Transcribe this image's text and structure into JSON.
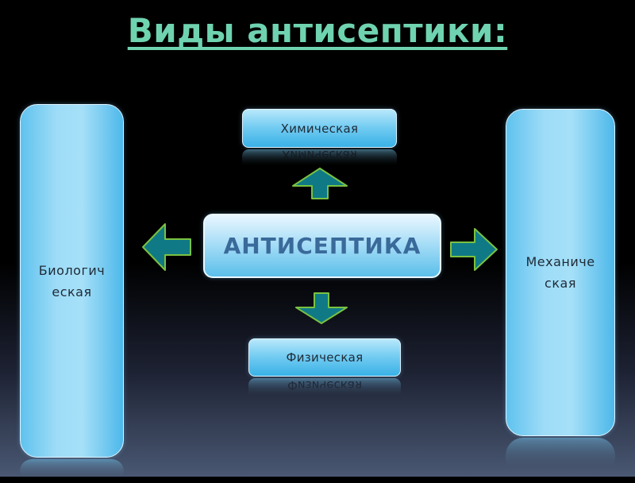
{
  "title": "Виды антисептики:",
  "diagram": {
    "center": "АНТИСЕПТИКА",
    "top": "Химическая",
    "bottom": "Физическая",
    "left_line1": "Биологич",
    "left_line2": "еская",
    "right_line1": "Механиче",
    "right_line2": "ская"
  },
  "colors": {
    "title": "#6fd3b0",
    "arrow_fill": "#0f7a86",
    "arrow_stroke": "#7ac142",
    "box_light": "#b8e8fb",
    "box_dark": "#39b1e6"
  },
  "icons": {
    "up": "arrow-up-icon",
    "down": "arrow-down-icon",
    "left": "arrow-left-icon",
    "right": "arrow-right-icon"
  }
}
